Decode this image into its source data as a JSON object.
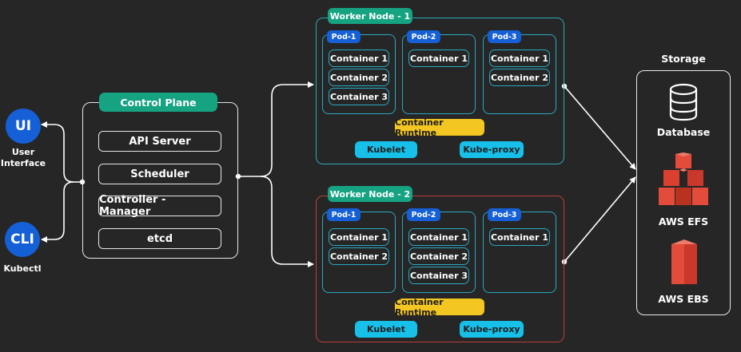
{
  "clients": {
    "ui": {
      "label": "UI",
      "caption_line1": "User",
      "caption_line2": "Interface"
    },
    "cli": {
      "label": "CLI",
      "caption": "Kubectl"
    }
  },
  "control_plane": {
    "title": "Control Plane",
    "components": [
      "API Server",
      "Scheduler",
      "Controller - Manager",
      "etcd"
    ]
  },
  "worker_nodes": [
    {
      "title": "Worker Node - 1",
      "pods": [
        {
          "name": "Pod-1",
          "containers": [
            "Container 1",
            "Container 2",
            "Container 3"
          ]
        },
        {
          "name": "Pod-2",
          "containers": [
            "Container 1"
          ]
        },
        {
          "name": "Pod-3",
          "containers": [
            "Container 1",
            "Container 2"
          ]
        }
      ],
      "runtime": "Container Runtime",
      "kubelet": "Kubelet",
      "kube_proxy": "Kube-proxy"
    },
    {
      "title": "Worker Node - 2",
      "pods": [
        {
          "name": "Pod-1",
          "containers": [
            "Container 1",
            "Container 2"
          ]
        },
        {
          "name": "Pod-2",
          "containers": [
            "Container 1",
            "Container 2",
            "Container 3"
          ]
        },
        {
          "name": "Pod-3",
          "containers": [
            "Container 1"
          ]
        }
      ],
      "runtime": "Container Runtime",
      "kubelet": "Kubelet",
      "kube_proxy": "Kube-proxy"
    }
  ],
  "storage": {
    "title": "Storage",
    "items": [
      {
        "label": "Database",
        "icon": "database-icon"
      },
      {
        "label": "AWS EFS",
        "icon": "aws-efs-icon"
      },
      {
        "label": "AWS EBS",
        "icon": "aws-ebs-icon"
      }
    ]
  },
  "colors": {
    "background": "#262626",
    "green": "#16a382",
    "blue": "#1560d6",
    "cyan": "#17c0e8",
    "yellow": "#f3c622",
    "node1_border": "#2fa6b8",
    "node2_border": "#b7403e",
    "aws_red": "#e34b3a"
  }
}
